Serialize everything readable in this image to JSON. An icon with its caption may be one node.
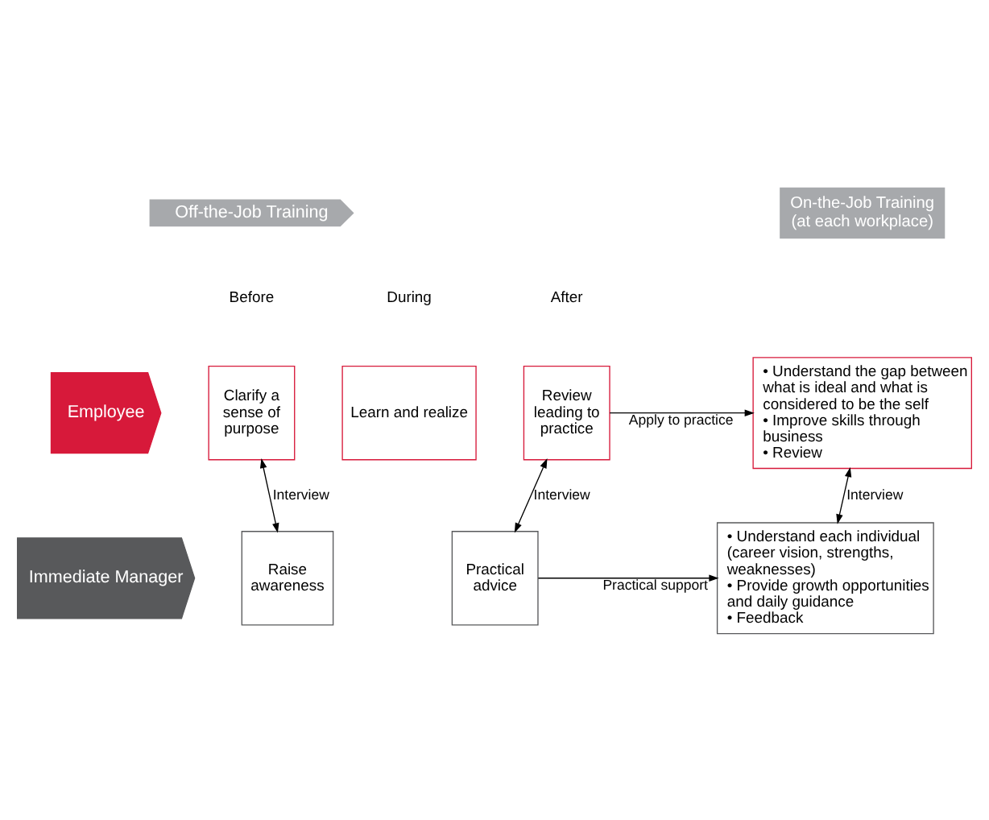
{
  "diagram": {
    "nodes": [
      {
        "text": [
          "Off-the-Job Training"
        ]
      },
      {
        "text": [
          "On-the-Job Training",
          "(at each workplace)"
        ]
      },
      {
        "text": [
          "Employee"
        ]
      },
      {
        "text": [
          "Clarify a sense of purpose"
        ]
      },
      {
        "text": [
          "Learn and realize"
        ]
      },
      {
        "text": [
          "Review leading to practice"
        ]
      },
      {
        "text": [
          "• Understand the gap between what is ideal and what is considered to be the self",
          "• Improve skills through business",
          "• Review"
        ]
      },
      {
        "text": [
          "Immediate Manager"
        ]
      },
      {
        "text": [
          "Raise awareness"
        ]
      },
      {
        "text": [
          "Practical advice"
        ]
      },
      {
        "text": [
          "• Understand each individual (career vision, strengths, weaknesses)",
          "• Provide growth opportunities and daily guidance",
          "• Feedback"
        ]
      }
    ],
    "edges": [
      {
        "from": 5,
        "to": 6,
        "arrow": "to",
        "label": "Apply to practice"
      },
      {
        "from": 3,
        "to": 8,
        "arrow": "both",
        "label": "Interview"
      },
      {
        "from": 5,
        "to": 9,
        "arrow": "both",
        "label": "Interview"
      },
      {
        "from": 6,
        "to": 10,
        "arrow": "both",
        "label": "Interview"
      },
      {
        "from": 9,
        "to": 10,
        "arrow": "to",
        "label": "Practical support"
      }
    ],
    "labels": [
      "Before",
      "During",
      "After"
    ]
  }
}
